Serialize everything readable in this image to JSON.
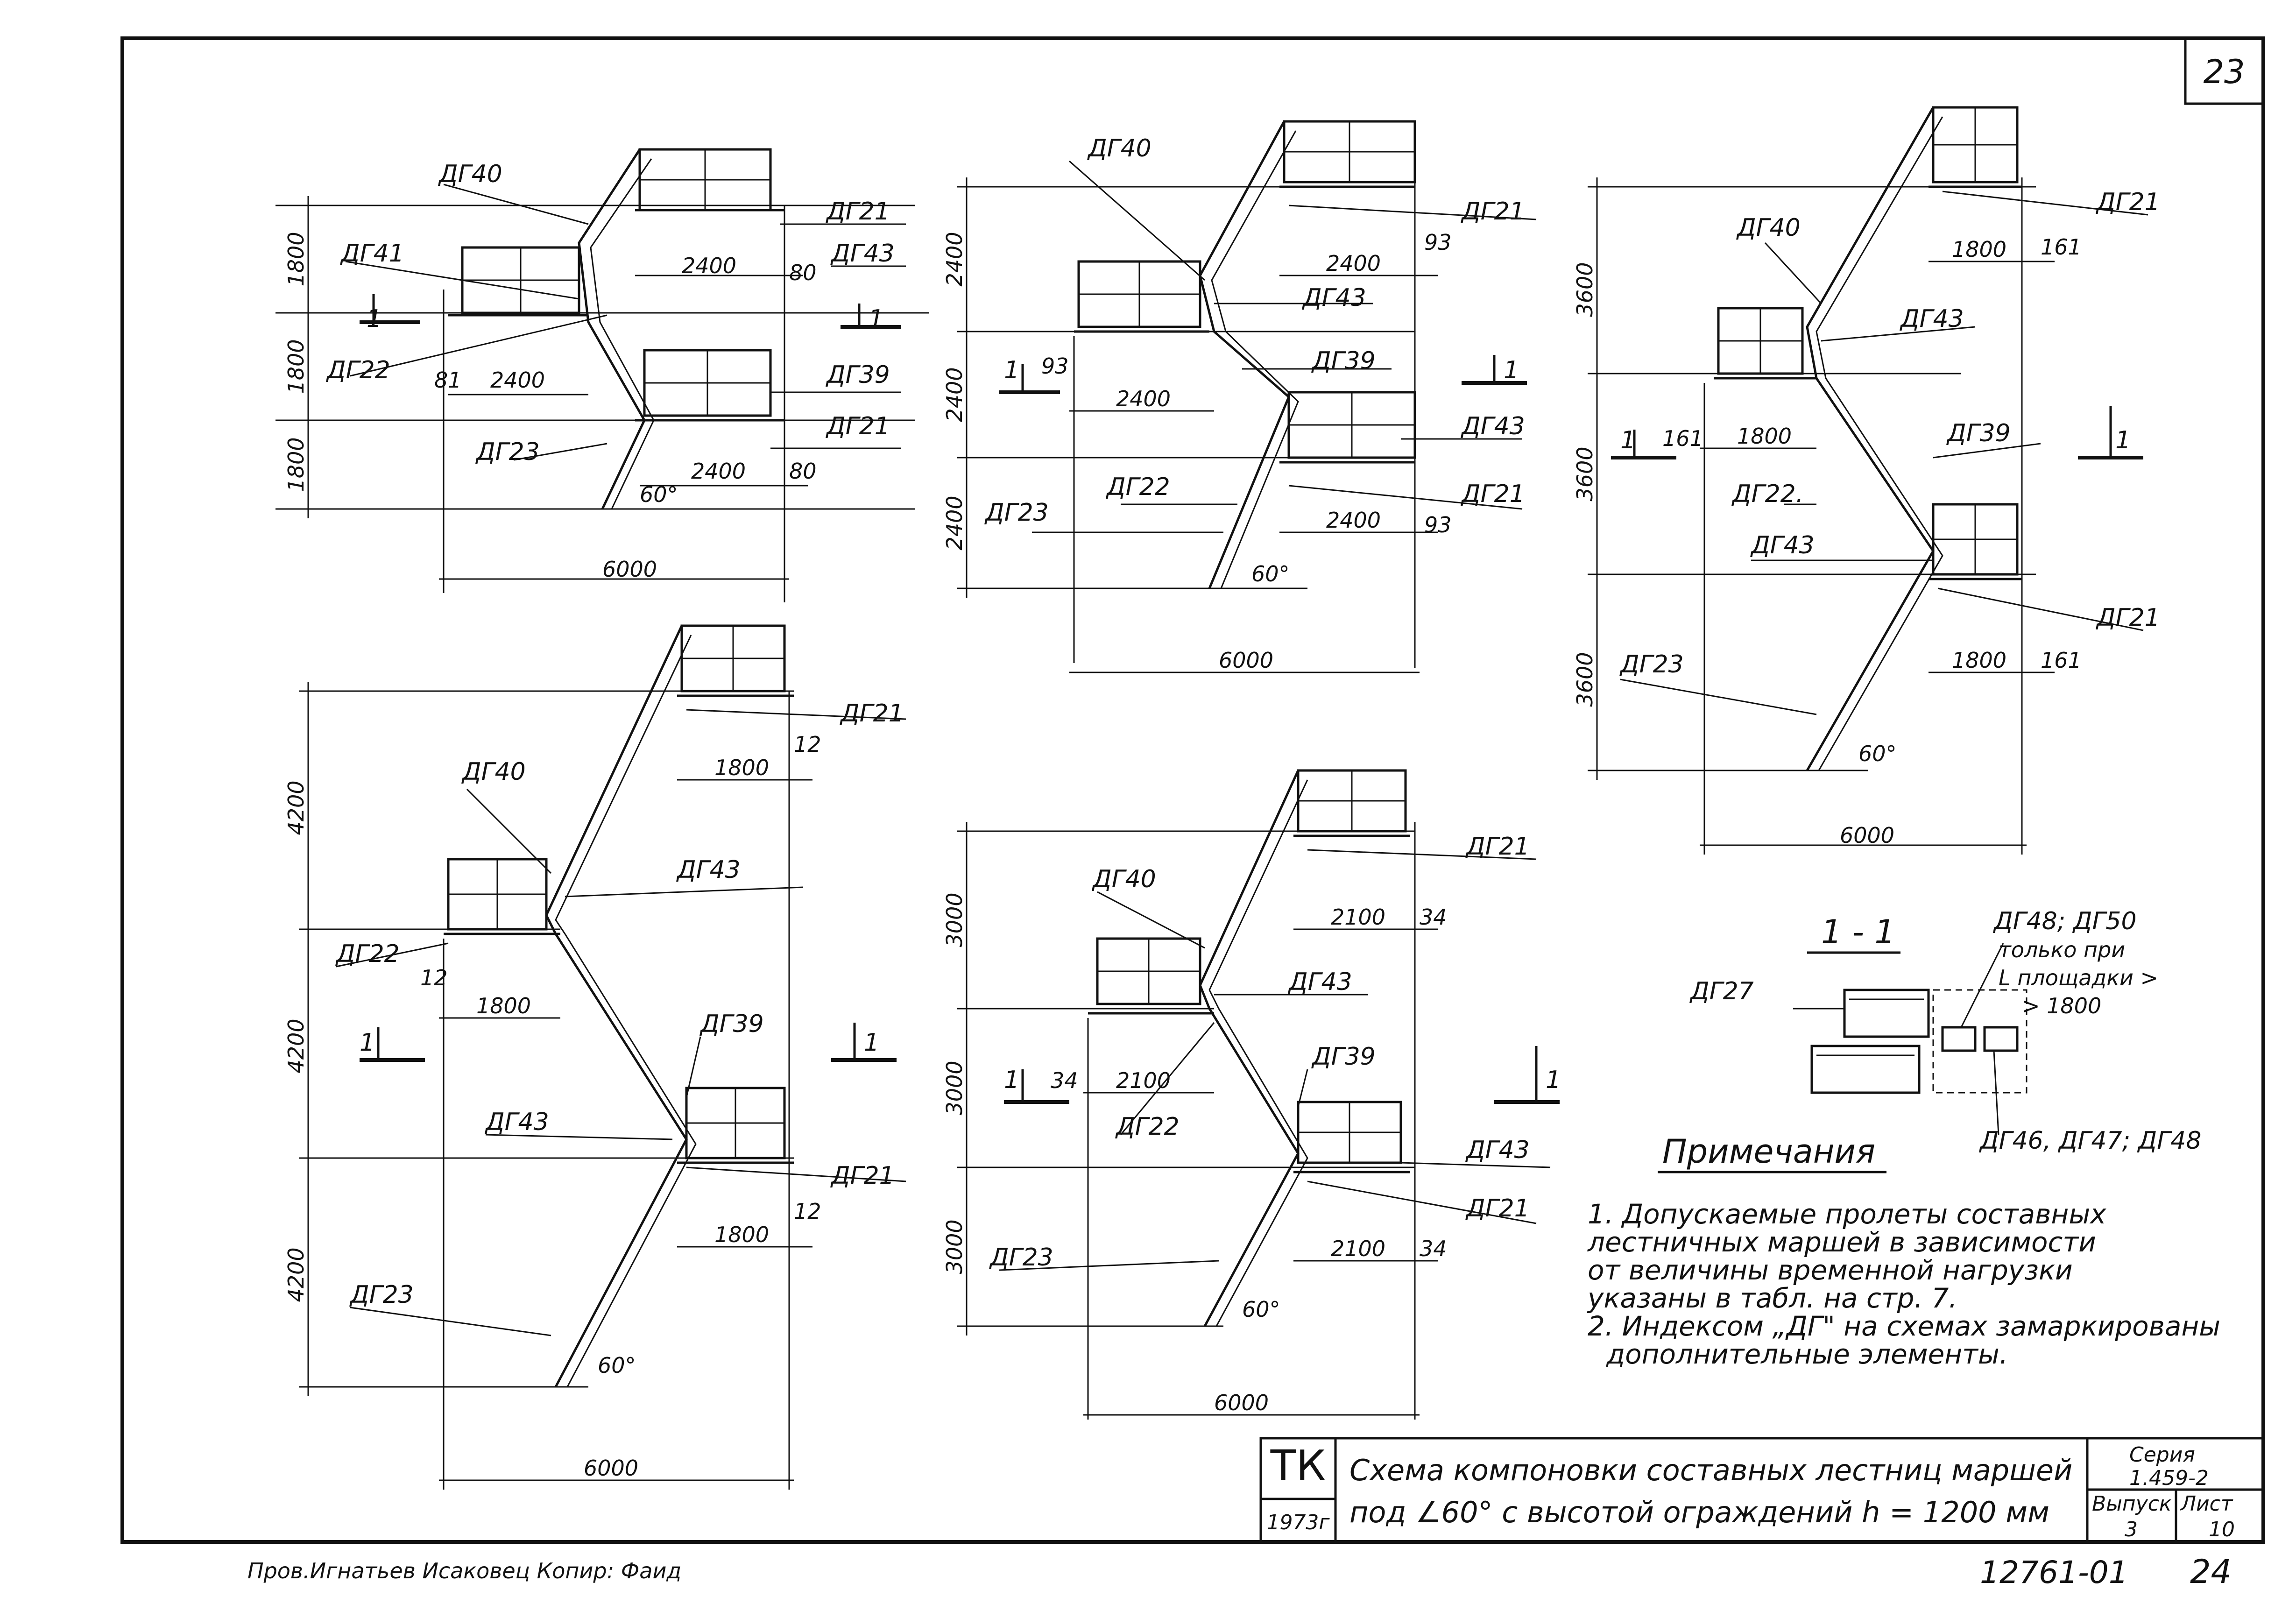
{
  "sheet": {
    "number": "23",
    "footer_handwriting": "Пров.Игнатьев Исаковец Копир: Фаид",
    "footer_code": "12761-01",
    "footer_page": "24"
  },
  "diagrams": {
    "d1": {
      "labels": [
        "ДГ40",
        "ДГ41",
        "ДГ21",
        "ДГ43",
        "ДГ22",
        "ДГ39",
        "ДГ23",
        "ДГ21"
      ],
      "vdims": [
        "1800",
        "1800",
        "1800"
      ],
      "hdims": [
        "2400",
        "80",
        "81",
        "2400",
        "2400",
        "80"
      ],
      "angle": "60°",
      "width": "6000",
      "section": "1"
    },
    "d2": {
      "labels": [
        "ДГ40",
        "ДГ21",
        "ДГ43",
        "ДГ39",
        "ДГ43",
        "ДГ22",
        "ДГ23",
        "ДГ21"
      ],
      "vdims": [
        "2400",
        "2400",
        "2400"
      ],
      "hdims": [
        "2400",
        "93",
        "93",
        "2400",
        "2400",
        "93"
      ],
      "angle": "60°",
      "width": "6000",
      "section": "1"
    },
    "d3": {
      "labels": [
        "ДГ21",
        "ДГ40",
        "ДГ43",
        "ДГ39",
        "ДГ22.",
        "ДГ43",
        "ДГ21",
        "ДГ23"
      ],
      "vdims": [
        "3600",
        "3600",
        "3600"
      ],
      "hdims": [
        "1800",
        "161",
        "161",
        "1800",
        "1800",
        "161"
      ],
      "angle": "60°",
      "width": "6000",
      "section": "1"
    },
    "d4": {
      "labels": [
        "ДГ21",
        "ДГ40",
        "ДГ43",
        "ДГ22",
        "ДГ39",
        "ДГ43",
        "ДГ21",
        "ДГ23"
      ],
      "vdims": [
        "4200",
        "4200",
        "4200"
      ],
      "hdims": [
        "1800",
        "12",
        "12",
        "1800",
        "1800",
        "12"
      ],
      "angle": "60°",
      "width": "6000",
      "section": "1"
    },
    "d5": {
      "labels": [
        "ДГ21",
        "ДГ40",
        "ДГ43",
        "ДГ39",
        "ДГ22",
        "ДГ43",
        "ДГ21",
        "ДГ23"
      ],
      "vdims": [
        "3000",
        "3000",
        "3000"
      ],
      "hdims": [
        "2100",
        "34",
        "34",
        "2100",
        "2100",
        "34"
      ],
      "angle": "60°",
      "width": "6000",
      "section": "1"
    }
  },
  "section_view": {
    "title": "1 - 1",
    "label_left": "ДГ27",
    "label_top_1": "ДГ48; ДГ50",
    "label_top_2": "только при",
    "label_top_3": "L площадки >",
    "label_top_4": "> 1800",
    "label_bottom": "ДГ46, ДГ47; ДГ48"
  },
  "notes": {
    "title": "Примечания",
    "lines": [
      "1. Допускаемые пролеты составных",
      "лестничных маршей в зависимости",
      "от величины временной нагрузки",
      "указаны в табл. на стр. 7.",
      "2. Индексом „ДГ\" на схемах замаркированы",
      "дополнительные элементы."
    ]
  },
  "title_block": {
    "org": "ТК",
    "year": "1973г",
    "title_line1": "Схема компоновки составных лестниц маршей",
    "title_line2": "под ∠60° с высотой ограждений h = 1200 мм",
    "series_label": "Серия",
    "series_value": "1.459-2",
    "issue_label": "Выпуск",
    "issue_value": "3",
    "sheet_label": "Лист",
    "sheet_value": "10"
  }
}
